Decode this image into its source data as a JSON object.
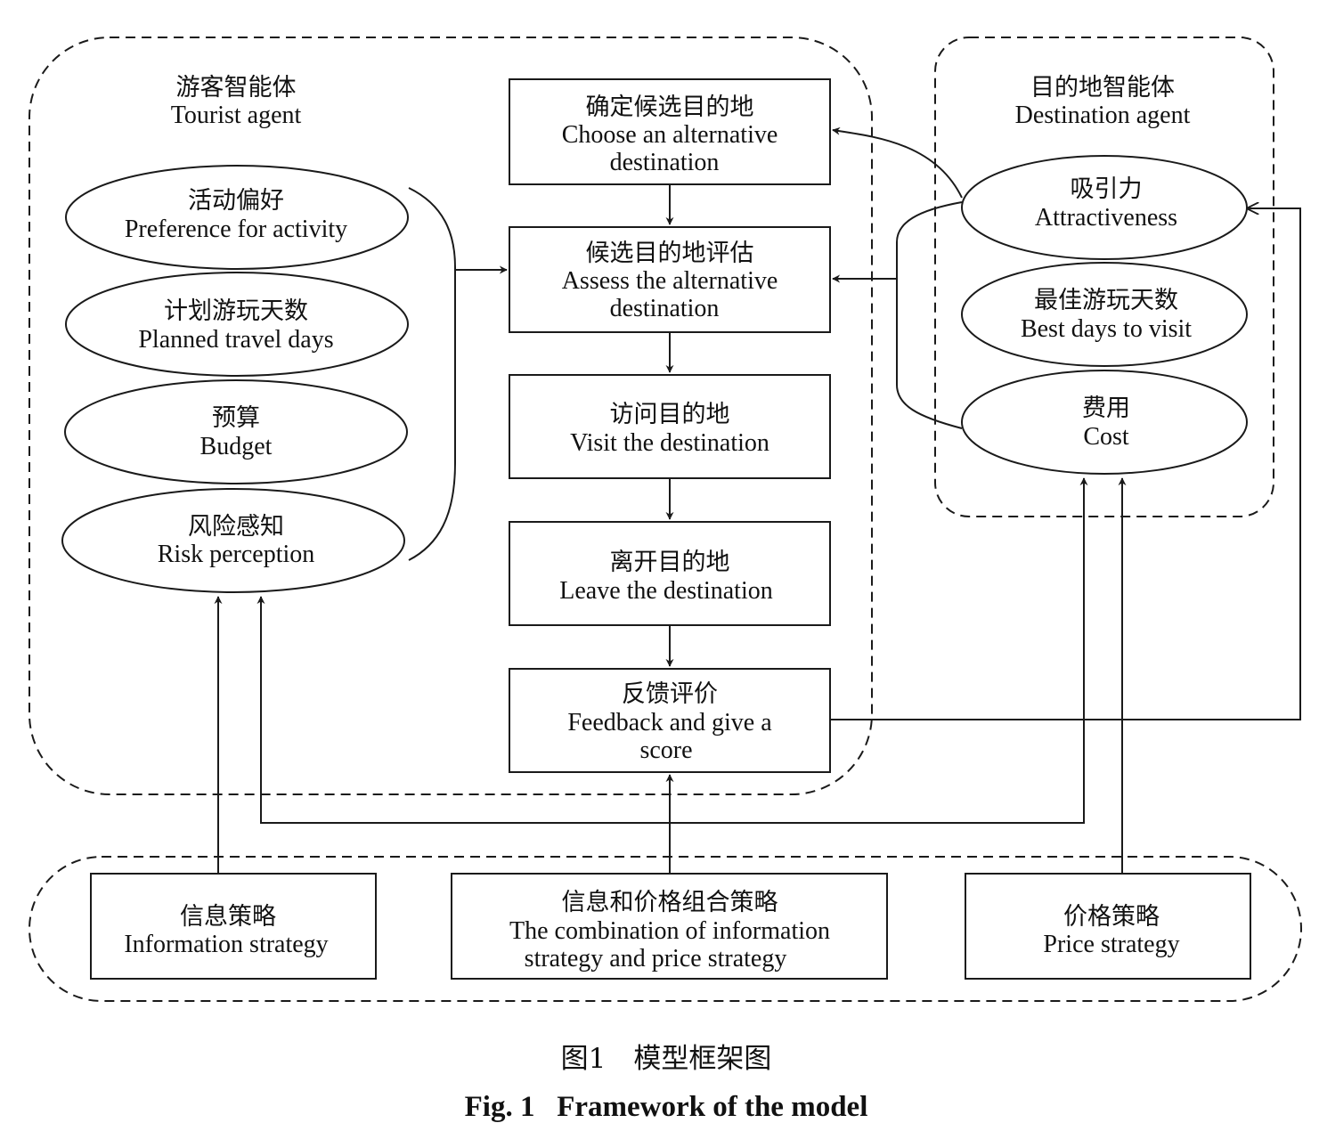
{
  "groups": {
    "tourist": {
      "zh": "游客智能体",
      "en": "Tourist agent"
    },
    "destination": {
      "zh": "目的地智能体",
      "en": "Destination agent"
    }
  },
  "tourist_attributes": [
    {
      "zh": "活动偏好",
      "en": "Preference for activity"
    },
    {
      "zh": "计划游玩天数",
      "en": "Planned travel days"
    },
    {
      "zh": "预算",
      "en": "Budget"
    },
    {
      "zh": "风险感知",
      "en": "Risk perception"
    }
  ],
  "process_steps": [
    {
      "zh": "确定候选目的地",
      "en": [
        "Choose an alternative",
        "destination"
      ]
    },
    {
      "zh": "候选目的地评估",
      "en": [
        "Assess the alternative",
        "destination"
      ]
    },
    {
      "zh": "访问目的地",
      "en": [
        "Visit the destination"
      ]
    },
    {
      "zh": "离开目的地",
      "en": [
        "Leave the destination"
      ]
    },
    {
      "zh": "反馈评价",
      "en": [
        "Feedback and give a",
        "score"
      ]
    }
  ],
  "destination_attributes": [
    {
      "zh": "吸引力",
      "en": "Attractiveness"
    },
    {
      "zh": "最佳游玩天数",
      "en": "Best days to visit"
    },
    {
      "zh": "费用",
      "en": "Cost"
    }
  ],
  "strategies": [
    {
      "zh": "信息策略",
      "en": [
        "Information strategy"
      ]
    },
    {
      "zh": "信息和价格组合策略",
      "en": [
        "The combination of information",
        "strategy and price strategy"
      ]
    },
    {
      "zh": "价格策略",
      "en": [
        "Price strategy"
      ]
    }
  ],
  "caption": {
    "zh": "图1　模型框架图",
    "en": "Fig. 1   Framework of the model"
  },
  "colors": {
    "ink": "#1a1a1a",
    "background": "#ffffff"
  }
}
